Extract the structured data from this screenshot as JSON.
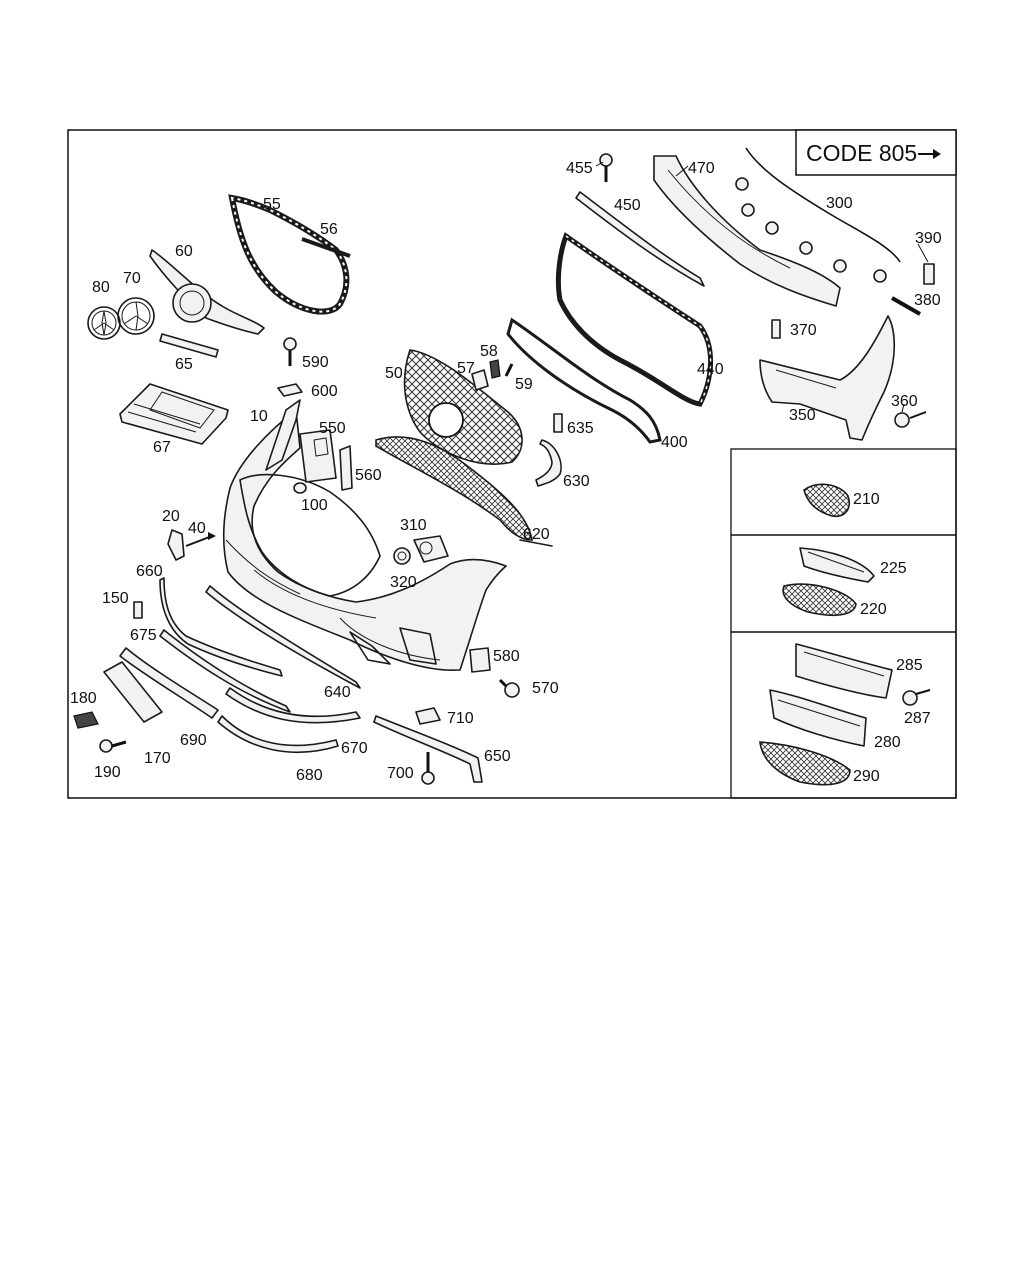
{
  "badge": {
    "text": "CODE 805",
    "arrow_icon": "right-arrow-icon"
  },
  "labels": {
    "p10": "10",
    "p20": "20",
    "p40": "40",
    "p50": "50",
    "p55": "55",
    "p56": "56",
    "p57": "57",
    "p58": "58",
    "p59": "59",
    "p60": "60",
    "p65": "65",
    "p67": "67",
    "p70": "70",
    "p80": "80",
    "p100": "100",
    "p150": "150",
    "p170": "170",
    "p180": "180",
    "p190": "190",
    "p210": "210",
    "p220": "220",
    "p225": "225",
    "p280": "280",
    "p285": "285",
    "p287": "287",
    "p290": "290",
    "p300": "300",
    "p310": "310",
    "p320": "320",
    "p350": "350",
    "p360": "360",
    "p370": "370",
    "p380": "380",
    "p390": "390",
    "p400": "400",
    "p440": "440",
    "p450": "450",
    "p455": "455",
    "p470": "470",
    "p550": "550",
    "p560": "560",
    "p570": "570",
    "p580": "580",
    "p590": "590",
    "p600": "600",
    "p620": "620",
    "p630": "630",
    "p635": "635",
    "p640": "640",
    "p650": "650",
    "p660": "660",
    "p670": "670",
    "p675": "675",
    "p680": "680",
    "p690": "690",
    "p700": "700",
    "p710": "710"
  }
}
